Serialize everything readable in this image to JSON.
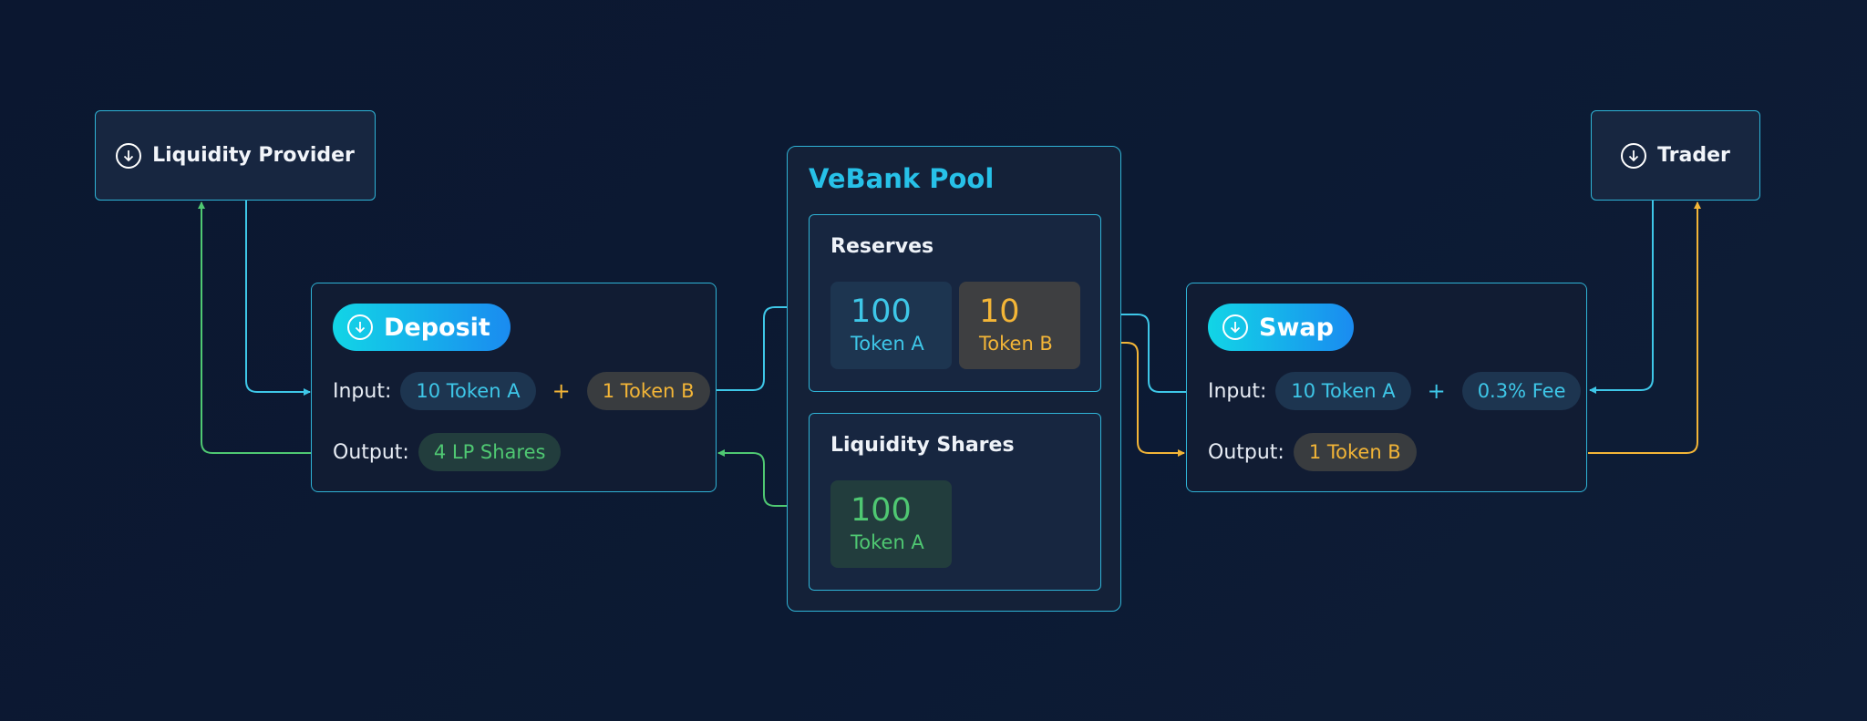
{
  "actors": {
    "liquidity_provider": {
      "label": "Liquidity Provider",
      "icon": "arrow-down-circle-icon"
    },
    "trader": {
      "label": "Trader",
      "icon": "arrow-down-circle-icon"
    }
  },
  "deposit": {
    "title": "Deposit",
    "icon": "arrow-down-circle-icon",
    "input_label": "Input:",
    "input_a": "10 Token A",
    "plus": "+",
    "input_b": "1 Token B",
    "output_label": "Output:",
    "output": "4 LP Shares"
  },
  "pool": {
    "title": "VeBank Pool",
    "reserves": {
      "title": "Reserves",
      "a_value": "100",
      "a_label": "Token A",
      "b_value": "10",
      "b_label": "Token B"
    },
    "shares": {
      "title": "Liquidity Shares",
      "value": "100",
      "label": "Token A"
    }
  },
  "swap": {
    "title": "Swap",
    "icon": "arrow-down-circle-icon",
    "input_label": "Input:",
    "input_a": "10 Token A",
    "plus": "+",
    "fee": "0.3% Fee",
    "output_label": "Output:",
    "output": "1 Token B"
  },
  "colors": {
    "token_a": "#3ec7e8",
    "token_b": "#f3b537",
    "lp_shares": "#4fc872",
    "border": "#2fb3d6"
  }
}
